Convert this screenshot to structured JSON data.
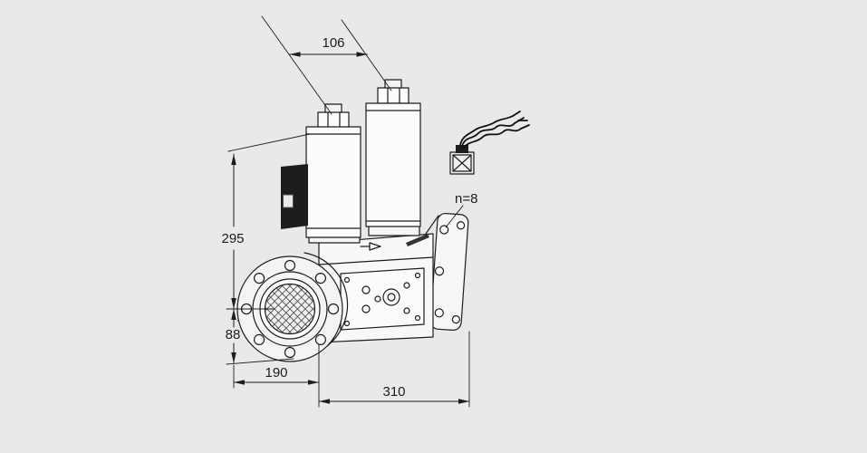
{
  "diagram": {
    "dims": {
      "top_diagonal": "106",
      "height": "295",
      "axis_to_bottom": "88",
      "depth": "190",
      "length": "310"
    },
    "labels": {
      "bolt_count": "n=8"
    },
    "colors": {
      "background": "#e9e9e9",
      "line": "#1c1c1c",
      "fill_light": "#f6f6f6",
      "fill_dark": "#1d1d1d"
    }
  }
}
